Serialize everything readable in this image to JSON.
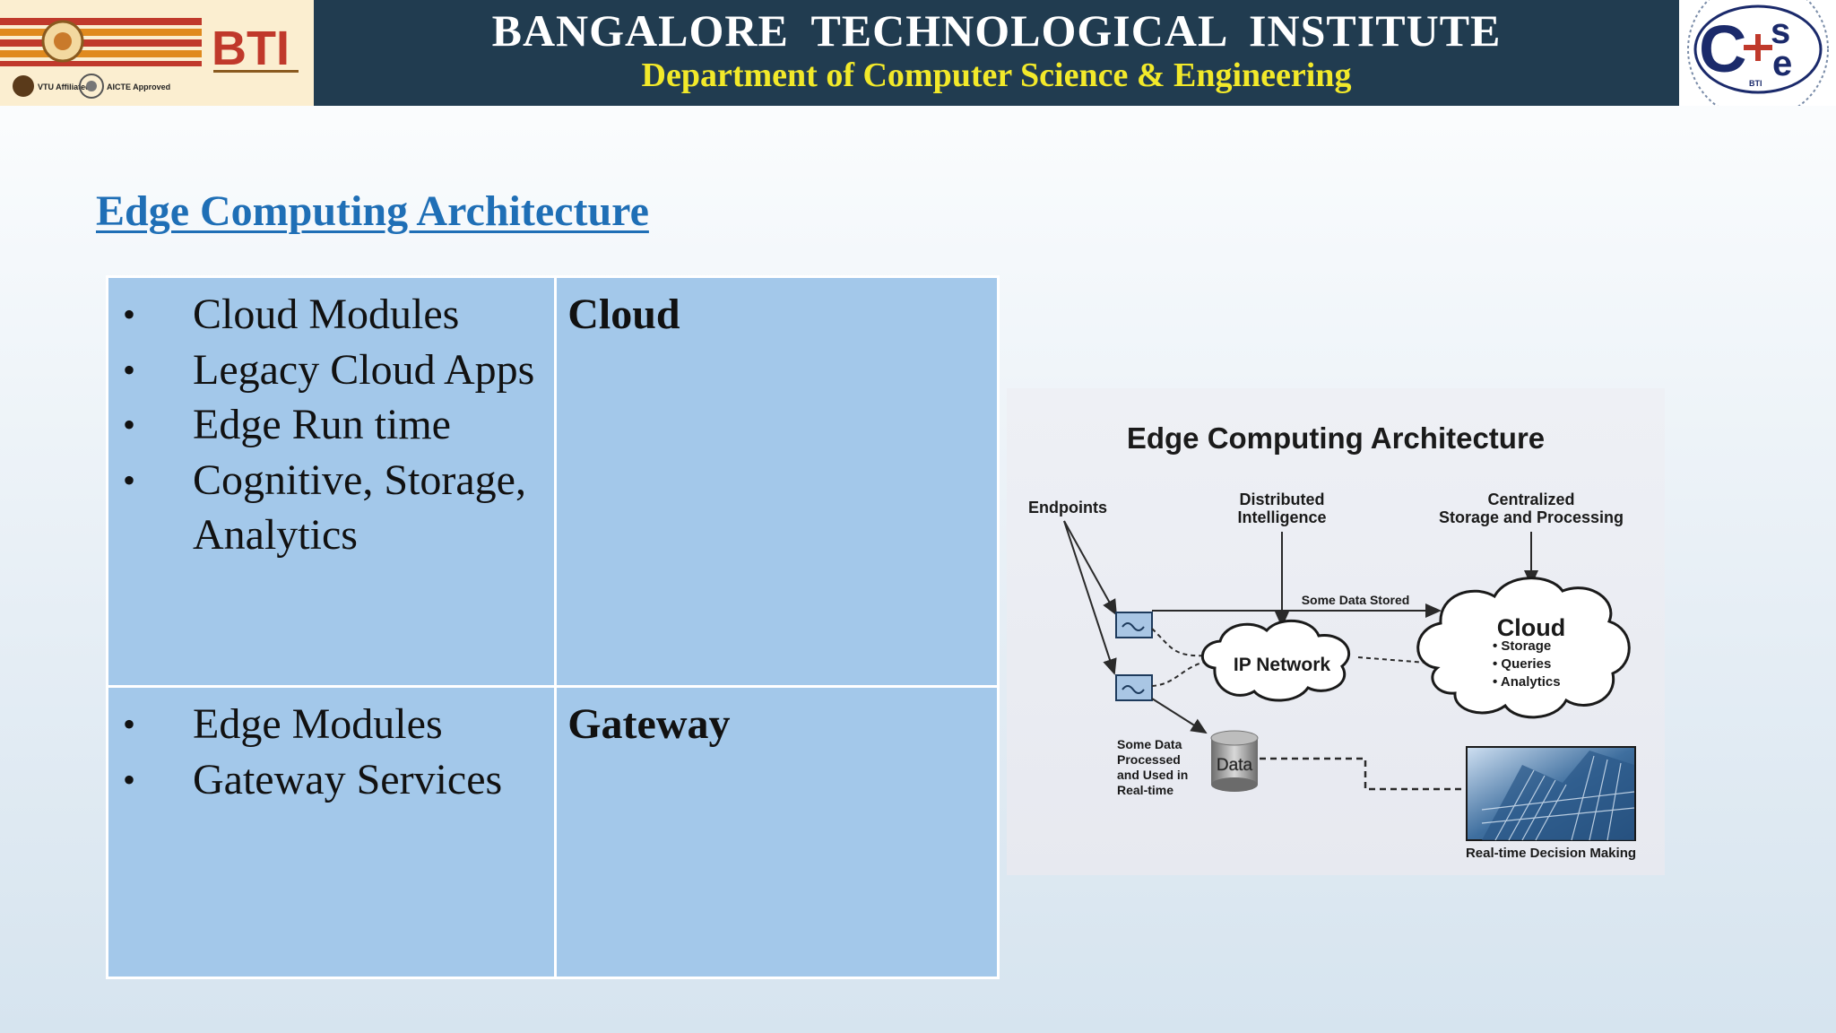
{
  "header": {
    "institute": "BANGALORE  TECHNOLOGICAL  INSTITUTE",
    "department": "Department of Computer Science  & Engineering",
    "left_logo": {
      "mark": "BTI",
      "badge1": "VTU Affiliated",
      "badge2": "AICTE Approved"
    },
    "right_logo": {
      "mark_c": "C",
      "mark_s": "s",
      "mark_e": "e",
      "sub": "BTI"
    },
    "colors": {
      "banner": "#213c50",
      "institute": "#ffffff",
      "department": "#f2e92a"
    }
  },
  "slide": {
    "title": "Edge Computing Architecture",
    "title_color": "#1f6fb6"
  },
  "table": {
    "rows": [
      {
        "items": [
          "Cloud Modules",
          "Legacy Cloud Apps",
          "Edge Run time",
          "Cognitive, Storage, Analytics"
        ],
        "label": "Cloud"
      },
      {
        "items": [
          "Edge Modules",
          "Gateway Services"
        ],
        "label": "Gateway"
      }
    ],
    "bullet": "•",
    "cell_color": "#a3c8ea"
  },
  "diagram": {
    "title": "Edge Computing Architecture",
    "endpoints": "Endpoints",
    "distributed": [
      "Distributed",
      "Intelligence"
    ],
    "centralized": [
      "Centralized",
      "Storage and Processing"
    ],
    "some_data_stored": "Some Data Stored",
    "ip_network": "IP Network",
    "cloud": "Cloud",
    "cloud_items": [
      "• Storage",
      "• Queries",
      "• Analytics"
    ],
    "processed": [
      "Some Data",
      "Processed",
      "and Used in",
      "Real-time"
    ],
    "data": "Data",
    "decision": "Real-time Decision Making"
  }
}
